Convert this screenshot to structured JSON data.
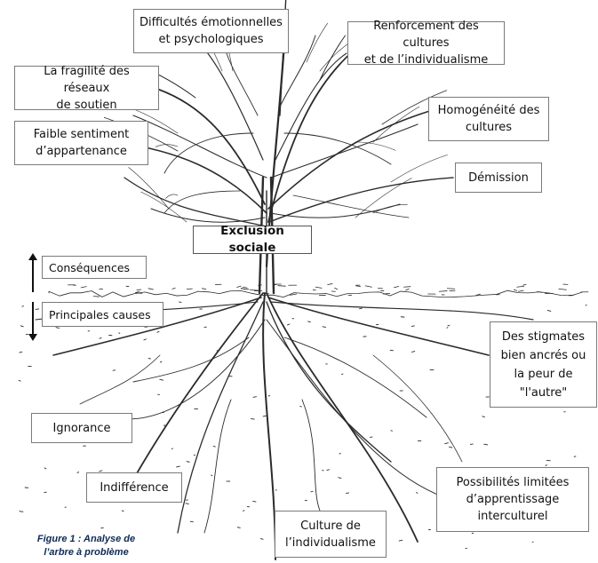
{
  "figure": {
    "caption": "Figure 1 : Analyse de\nl’arbre à problème"
  },
  "core_problem": "Exclusion sociale",
  "legend": {
    "consequences": "Conséquences",
    "causes": "Principales causes"
  },
  "consequences": [
    "Difficultés émotionnelles\net psychologiques",
    "Renforcement des cultures\net de l’individualisme",
    "La fragilité des réseaux\nde soutien",
    "Homogénéité des\ncultures",
    "Faible sentiment\nd’appartenance",
    "Démission"
  ],
  "causes": [
    "Des stigmates\nbien ancrés ou\nla peur de\n\"l'autre\"",
    "Ignorance",
    "Indifférence",
    "Possibilités limitées\nd’apprentissage\ninterculturel",
    "Culture de\nl’individualisme"
  ],
  "colors": {
    "ink": "#2b2b2b",
    "caption": "#0e2a55",
    "box_border": "#7a7a7a"
  }
}
